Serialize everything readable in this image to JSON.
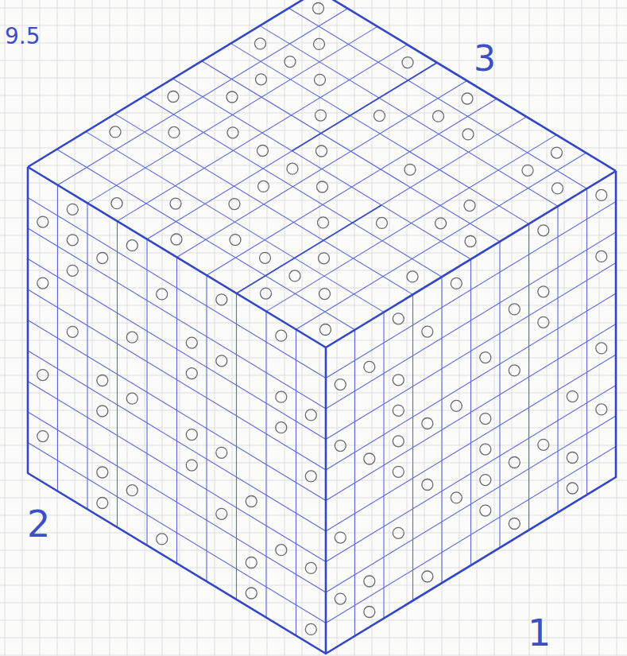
{
  "diagram": {
    "labels": [
      "9.5",
      "3",
      "2",
      "1"
    ]
  }
}
